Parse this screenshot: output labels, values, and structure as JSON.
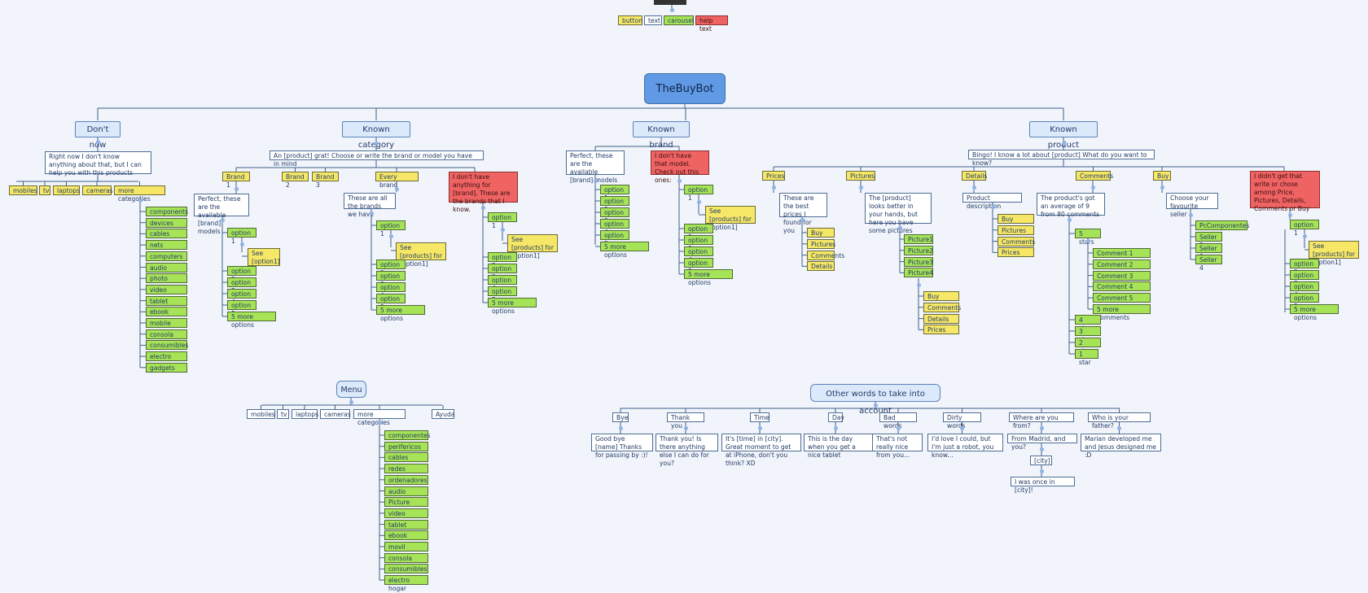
{
  "root": "TheBuyBot",
  "legend": [
    "button",
    "text",
    "carousel",
    "help text"
  ],
  "dont_now": {
    "title": "Don't now",
    "text": "Right now I don't know anything about that, but I can help you with this products",
    "choices": [
      "mobiles",
      "tv",
      "laptops",
      "cameras",
      "more categories"
    ],
    "categories": [
      "components",
      "devices",
      "cables",
      "nets",
      "computers",
      "audio",
      "photo",
      "video",
      "tablet",
      "ebook",
      "mobile",
      "consola",
      "consumibles",
      "electro",
      "gadgets"
    ]
  },
  "known_category": {
    "title": "Known category",
    "text": "An [product] grat! Choose or write the brand or model you have in mind",
    "brands": [
      "Brand 1",
      "Brand 2",
      "Brand 3",
      "Every brand"
    ],
    "missing": "I don't have anything for [brand]. These are the brands that I know.",
    "brand1_text": "Perfect, these are the available [brand] models",
    "every_text": "These are all the brands we have",
    "see": "See [option1]",
    "see_products": "See [products] for [option1]",
    "options": [
      "option 1",
      "option 2",
      "option 3",
      "option 4",
      "option 5",
      "5 more options"
    ]
  },
  "known_brand": {
    "title": "Known brand",
    "text": "Perfect, these are the available [brand] models",
    "missing": "I don't have that model. Check out this ones:",
    "options": [
      "option 1",
      "option 2",
      "option 3",
      "option 4",
      "option 5",
      "5 more options"
    ],
    "see_products": "See [products] for [option1]"
  },
  "known_product": {
    "title": "Known product",
    "text": "Bingo! I know a lot about [product] What do you want to know?",
    "sections": [
      "Prices",
      "Pictures",
      "Details",
      "Comments",
      "Buy"
    ],
    "unknown": "I didn't get that write or chose among Price, Pictures, Details, Comments or Buy",
    "prices_text": "These are the best prices I found for you",
    "prices_opts": [
      "Buy",
      "Pictures",
      "Comments",
      "Details"
    ],
    "pictures_text": "The [product] looks better in your hands, but here you have some pictures",
    "pictures": [
      "Picture1",
      "Picture2",
      "Picture3",
      "Picture4"
    ],
    "pictures_opts": [
      "Buy",
      "Comments",
      "Details",
      "Prices"
    ],
    "details_text": "Product description",
    "details_opts": [
      "Buy",
      "Pictures",
      "Comments",
      "Prices"
    ],
    "comments_text": "The product's got an average of 9 from 80 comments",
    "stars5": "5 stars",
    "comments": [
      "Comment 1",
      "Comment 2",
      "Comment 3",
      "Comment 4",
      "Comment 5",
      "5 more comments"
    ],
    "stars": [
      "4 stars",
      "3 stars",
      "2 stars",
      "1 star"
    ],
    "buy_text": "Choose your favourite seller",
    "sellers": [
      "PcComponentes",
      "Seller 2",
      "Seller 3",
      "Seller 4"
    ],
    "options": [
      "option 1",
      "option 2",
      "option 3",
      "option 4",
      "option 5",
      "5 more options"
    ],
    "see_products": "See [products] for [option1]"
  },
  "menu": {
    "title": "Menu",
    "items": [
      "mobiles",
      "tv",
      "laptops",
      "cameras",
      "more categories",
      "Ayuda"
    ],
    "categories": [
      "componentes",
      "perifericos",
      "cables",
      "redes",
      "ordenadores",
      "audio",
      "Picture",
      "video",
      "tablet",
      "ebook",
      "movil",
      "consola",
      "consumibles",
      "electro hogar"
    ]
  },
  "other_words": {
    "title": "Other words to take into account",
    "items": [
      {
        "label": "Bye",
        "reply": "Good bye [name] Thanks for passing by :)!"
      },
      {
        "label": "Thank you",
        "reply": "Thank you! Is there anything else I can do for you?"
      },
      {
        "label": "Time",
        "reply": "It's [time] in [city]. Great moment to get at iPhone, don't you think? XD"
      },
      {
        "label": "Day",
        "reply": "This is the day when you get a nice tablet"
      },
      {
        "label": "Bad words",
        "reply": "That's not really nice from you..."
      },
      {
        "label": "Dirty words",
        "reply": "I'd love I could, but I'm just a robot, you know..."
      },
      {
        "label": "Where are you from?",
        "reply": "From Madrid, and you?"
      },
      {
        "label": "Who is your father?",
        "reply": "Marian developed me and Jesus designed me :D"
      }
    ],
    "city": "[city]",
    "city_reply": "I was once in [city]!"
  },
  "colors": {
    "root": "#619ae4",
    "category": "#dce9fb",
    "button": "#f6e866",
    "carousel": "#a6e356",
    "help": "#ef6363",
    "line": "#3f5f8a"
  }
}
